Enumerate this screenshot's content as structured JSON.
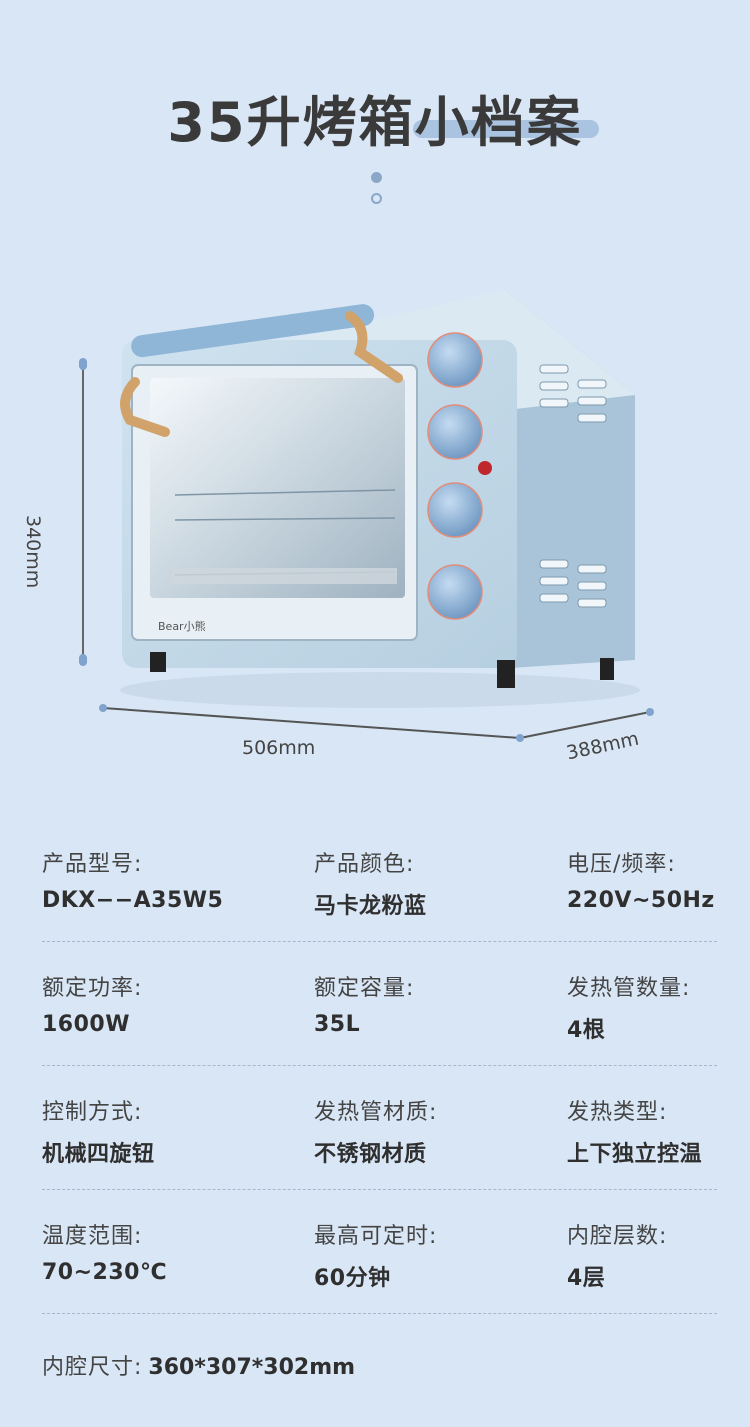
{
  "header": {
    "title_part1": "35升烤箱",
    "title_part2": "小档案"
  },
  "dimensions": {
    "height": "340mm",
    "width": "506mm",
    "depth": "388mm"
  },
  "brand": "Bear小熊",
  "specs": [
    [
      {
        "label": "产品型号:",
        "value": "DKX−−A35W5"
      },
      {
        "label": "产品颜色:",
        "value": "马卡龙粉蓝"
      },
      {
        "label": "电压/频率:",
        "value": "220V~50Hz"
      }
    ],
    [
      {
        "label": "额定功率:",
        "value": "1600W"
      },
      {
        "label": "额定容量:",
        "value": "35L"
      },
      {
        "label": "发热管数量:",
        "value": "4根"
      }
    ],
    [
      {
        "label": "控制方式:",
        "value": "机械四旋钮"
      },
      {
        "label": "发热管材质:",
        "value": "不锈钢材质"
      },
      {
        "label": "发热类型:",
        "value": "上下独立控温"
      }
    ],
    [
      {
        "label": "温度范围:",
        "value": "70~230℃"
      },
      {
        "label": "最高可定时:",
        "value": "60分钟"
      },
      {
        "label": "内腔层数:",
        "value": "4层"
      }
    ]
  ],
  "inner_size": {
    "label": "内腔尺寸:",
    "value": "360*307*302mm"
  }
}
